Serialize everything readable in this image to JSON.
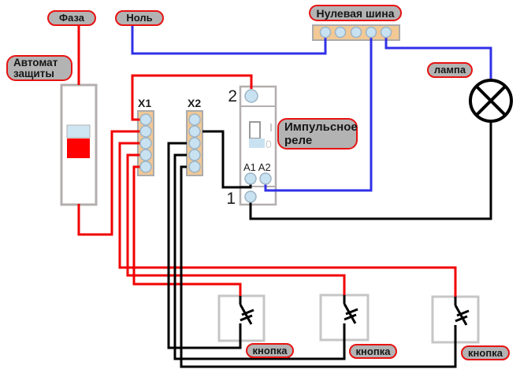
{
  "labels": {
    "phase": "Фаза",
    "neutral": "Ноль",
    "neutral_bus": "Нулевая шина",
    "breaker_line1": "Автомат",
    "breaker_line2": "защиты",
    "lamp": "лампа",
    "relay_line1": "Импульсное",
    "relay_line2": "реле",
    "button1": "кнопка",
    "button2": "кнопка",
    "button3": "кнопка"
  },
  "terminals": {
    "x1": "X1",
    "x2": "X2",
    "relay_top": "2",
    "relay_bottom": "1",
    "relay_coil": "A1 A2",
    "relay_on": "I",
    "relay_off": "0"
  },
  "colors": {
    "phase_wire": "#f20000",
    "neutral_wire": "#3030e8",
    "switched_wire": "#000000",
    "label_fill": "#b3b3b3",
    "label_border": "#e81212",
    "strip_fill": "#f2c894",
    "strip_border": "#ababab",
    "hole_fill": "#c9e2f2",
    "hole_stroke": "#9eb4c4",
    "device_border": "#b4aeae",
    "switch_border": "#c6c6c6",
    "breaker_flag": "#ff0000",
    "breaker_window": "#cde6f2",
    "toggle_mark": "#c8c8c8"
  }
}
